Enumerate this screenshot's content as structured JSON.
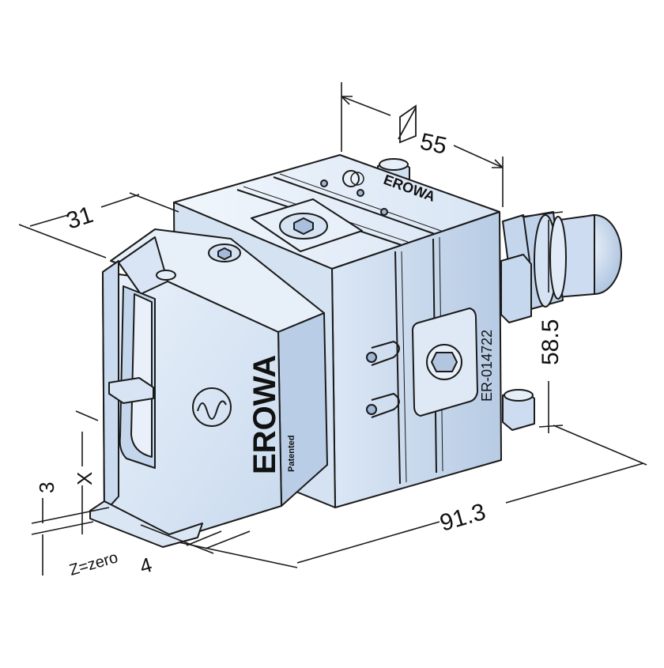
{
  "dimensions": {
    "width_square": "55",
    "width_square_symbol": "◇",
    "depth": "31",
    "height": "58.5",
    "length": "91.3",
    "offset_small": "3",
    "offset_x": "X",
    "offset_4": "4",
    "zero_ref": "Z=zero"
  },
  "markings": {
    "brand": "EROWA",
    "patented": "Patented",
    "part_number": "ER-014722"
  },
  "colors": {
    "body": "#dfeaf7",
    "body_light": "#eef4fb",
    "body_dark": "#b9cde6",
    "outline": "#1a1a1a"
  }
}
